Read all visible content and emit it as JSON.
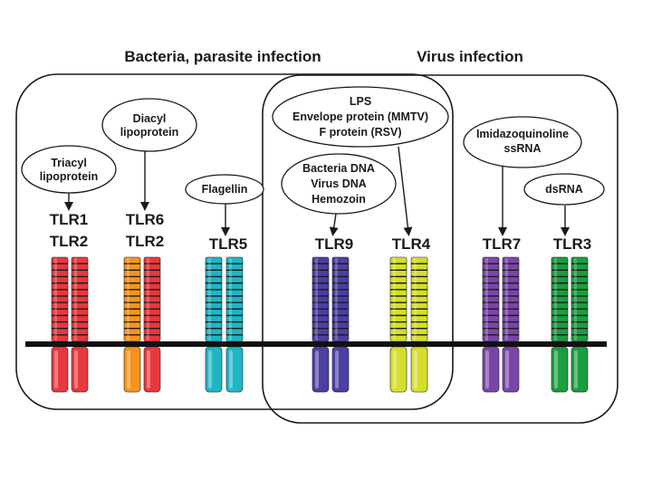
{
  "titles": {
    "bacteria": "Bacteria, parasite infection",
    "virus": "Virus infection"
  },
  "ligands": {
    "triacyl": [
      "Triacyl",
      "lipoprotein"
    ],
    "diacyl": [
      "Diacyl",
      "lipoprotein"
    ],
    "flagellin": [
      "Flagellin"
    ],
    "lps": [
      "LPS",
      "Envelope protein (MMTV)",
      "F protein (RSV)"
    ],
    "bacteria_dna": [
      "Bacteria DNA",
      "Virus DNA",
      "Hemozoin"
    ],
    "imidazoquinoline": [
      "Imidazoquinoline",
      "ssRNA"
    ],
    "dsrna": [
      "dsRNA"
    ]
  },
  "receptors": [
    {
      "id": "tlr1-2",
      "labels": [
        "TLR1",
        "TLR2"
      ],
      "colors": [
        "#e8383e",
        "#e8383e"
      ]
    },
    {
      "id": "tlr6-2",
      "labels": [
        "TLR6",
        "TLR2"
      ],
      "colors": [
        "#f7941d",
        "#e8383e"
      ]
    },
    {
      "id": "tlr5",
      "labels": [
        "TLR5"
      ],
      "colors": [
        "#1fb5c4",
        "#1fb5c4"
      ]
    },
    {
      "id": "tlr9",
      "labels": [
        "TLR9"
      ],
      "colors": [
        "#4b3fa3",
        "#4b3fa3"
      ]
    },
    {
      "id": "tlr4",
      "labels": [
        "TLR4"
      ],
      "colors": [
        "#d4df2a",
        "#d4df2a"
      ]
    },
    {
      "id": "tlr7",
      "labels": [
        "TLR7"
      ],
      "colors": [
        "#7a45a8",
        "#7a45a8"
      ]
    },
    {
      "id": "tlr3",
      "labels": [
        "TLR3"
      ],
      "colors": [
        "#1a9e3f",
        "#1a9e3f"
      ]
    }
  ]
}
